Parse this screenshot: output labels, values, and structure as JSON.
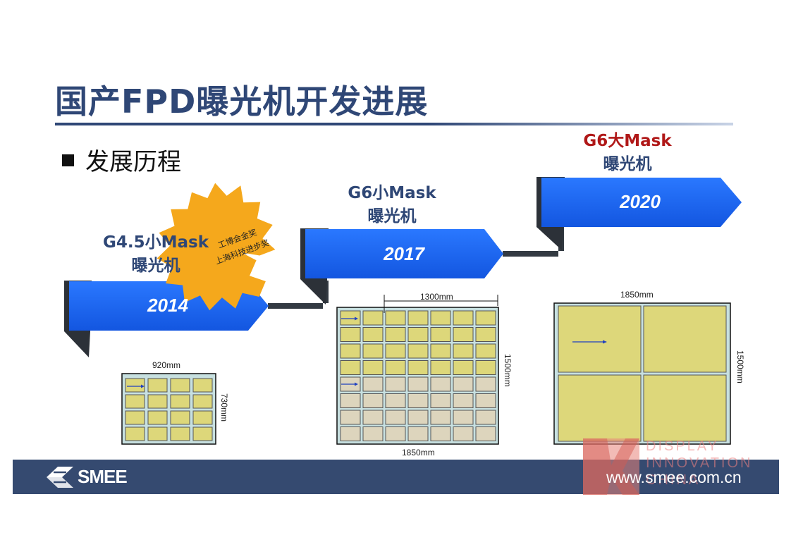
{
  "header": {
    "title": "国产FPD曝光机开发进展"
  },
  "section": {
    "heading": "发展历程"
  },
  "milestones": [
    {
      "name": "G4.5小Mask",
      "subtitle": "曝光机",
      "year": "2014",
      "award_line1": "工博会金奖",
      "award_line2": "上海科技进步奖",
      "mask": {
        "width_label": "920mm",
        "height_label": "730mm"
      }
    },
    {
      "name": "G6小Mask",
      "subtitle": "曝光机",
      "year": "2017",
      "mask": {
        "width_label": "1850mm",
        "height_label": "1500mm",
        "field_label": "1300mm"
      }
    },
    {
      "name": "G6大Mask",
      "subtitle": "曝光机",
      "year": "2020",
      "mask": {
        "width_label": "1850mm",
        "height_label": "1500mm"
      }
    }
  ],
  "footer": {
    "logo_text": "SMEE",
    "url": "www.smee.com.cn"
  },
  "watermark": {
    "line1": "DISPLAY",
    "line2": "INNOVATION",
    "line3": "CHINA"
  },
  "colors": {
    "title": "#2f4776",
    "banner_blue": "#1e5ff0",
    "panel_yellow": "#ddd77a",
    "panel_beige": "#ddd5bd",
    "footer": "#354a70",
    "highlight_red": "#b01818"
  }
}
